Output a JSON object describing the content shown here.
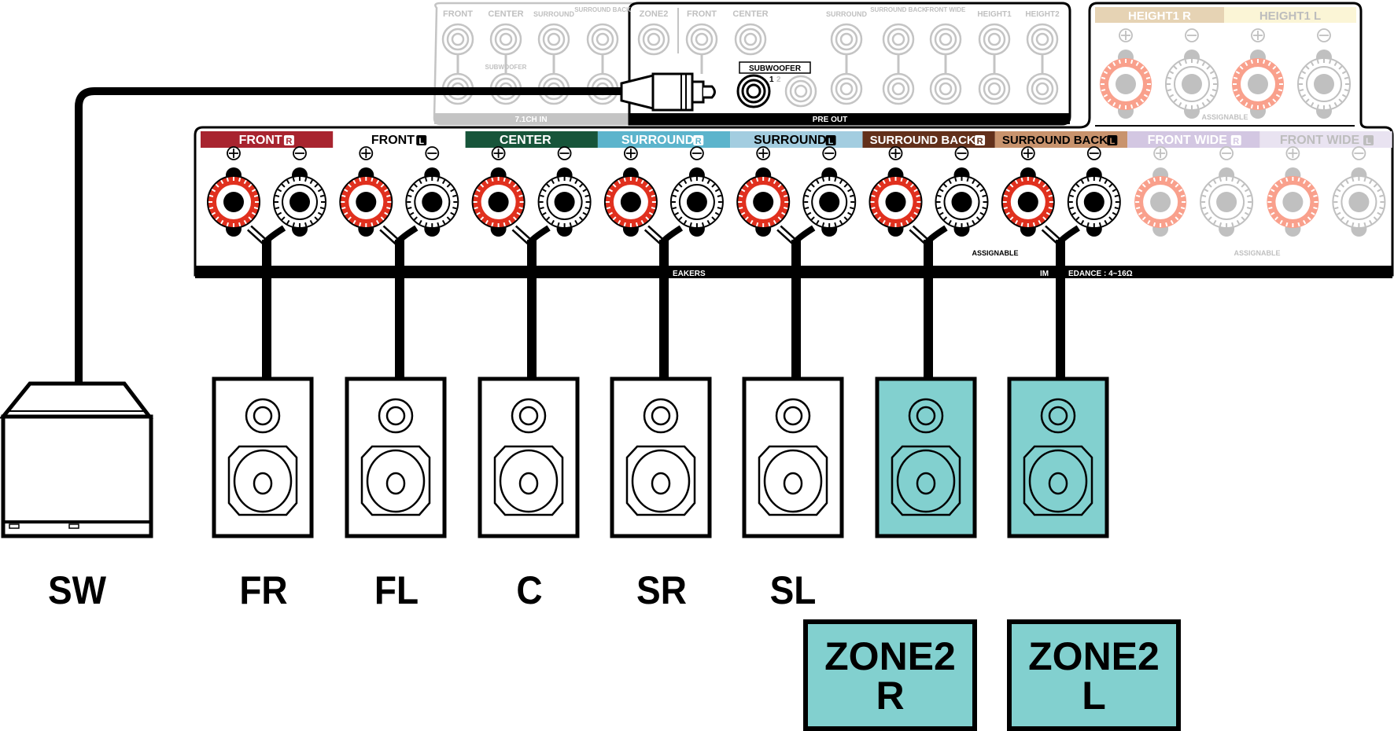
{
  "preout_panel": {
    "inputs_title": "7.1CH IN",
    "inputs_labels": [
      "FRONT",
      "CENTER",
      "SURROUND",
      "SURROUND BACK"
    ],
    "inputs_sub_label": "SUBWOOFER",
    "preout_title": "PRE OUT",
    "preout_labels": [
      "ZONE2",
      "FRONT",
      "CENTER",
      "SURROUND",
      "SURROUND BACK",
      "FRONT WIDE",
      "HEIGHT1",
      "HEIGHT2"
    ],
    "subwoofer_label": "SUBWOOFER",
    "subwoofer_num_1": "1",
    "subwoofer_num_2": "2"
  },
  "height_panel": {
    "channels": [
      {
        "label": "HEIGHT1",
        "side": "R",
        "color": "#e6d3b4",
        "active": false
      },
      {
        "label": "HEIGHT1",
        "side": "L",
        "color": "#fbf5d6",
        "active": false
      }
    ],
    "assignable": "ASSIGNABLE"
  },
  "speaker_panel": {
    "channels": [
      {
        "label": "FRONT",
        "side": "R",
        "color": "#a8242f",
        "text_color": "#ffffff",
        "active": true
      },
      {
        "label": "FRONT",
        "side": "L",
        "color": "#ffffff",
        "text_color": "#000000",
        "active": true
      },
      {
        "label": "CENTER",
        "side": "",
        "color": "#17553a",
        "text_color": "#ffffff",
        "active": true
      },
      {
        "label": "SURROUND",
        "side": "R",
        "color": "#5cb4cc",
        "text_color": "#ffffff",
        "active": true
      },
      {
        "label": "SURROUND",
        "side": "L",
        "color": "#a3cde0",
        "text_color": "#000000",
        "active": true
      },
      {
        "label": "SURROUND BACK",
        "side": "R",
        "color": "#62301b",
        "text_color": "#ffffff",
        "active": true
      },
      {
        "label": "SURROUND BACK",
        "side": "L",
        "color": "#c8936d",
        "text_color": "#000000",
        "active": true
      },
      {
        "label": "FRONT WIDE",
        "side": "R",
        "color": "#d3c7e2",
        "text_color": "#ffffff",
        "active": false
      },
      {
        "label": "FRONT WIDE",
        "side": "L",
        "color": "#e9e3f1",
        "text_color": "#bdbdbd",
        "active": false
      }
    ],
    "plus_symbol": "⊕",
    "minus_symbol": "⊖",
    "assignable_1": "ASSIGNABLE",
    "assignable_2": "ASSIGNABLE",
    "bar_text_1": "EAKERS",
    "bar_text_2": "IM",
    "bar_text_3": "EDANCE : 4~16Ω"
  },
  "speakers": [
    {
      "id": "SW",
      "label": "SW",
      "type": "subwoofer",
      "zone2": false
    },
    {
      "id": "FR",
      "label": "FR",
      "type": "bookshelf",
      "zone2": false
    },
    {
      "id": "FL",
      "label": "FL",
      "type": "bookshelf",
      "zone2": false
    },
    {
      "id": "C",
      "label": "C",
      "type": "bookshelf",
      "zone2": false
    },
    {
      "id": "SR",
      "label": "SR",
      "type": "bookshelf",
      "zone2": false
    },
    {
      "id": "SL",
      "label": "SL",
      "type": "bookshelf",
      "zone2": false
    },
    {
      "id": "Z2R",
      "label": "",
      "type": "bookshelf",
      "zone2": true
    },
    {
      "id": "Z2L",
      "label": "",
      "type": "bookshelf",
      "zone2": true
    }
  ],
  "zone_boxes": [
    {
      "line1": "ZONE2",
      "line2": "R"
    },
    {
      "line1": "ZONE2",
      "line2": "L"
    }
  ],
  "colors": {
    "zone2_fill": "#82d0cf",
    "terminal_red": "#e0301e",
    "inactive_red": "#f9a08c",
    "inactive_gray": "#c0c0c0"
  }
}
